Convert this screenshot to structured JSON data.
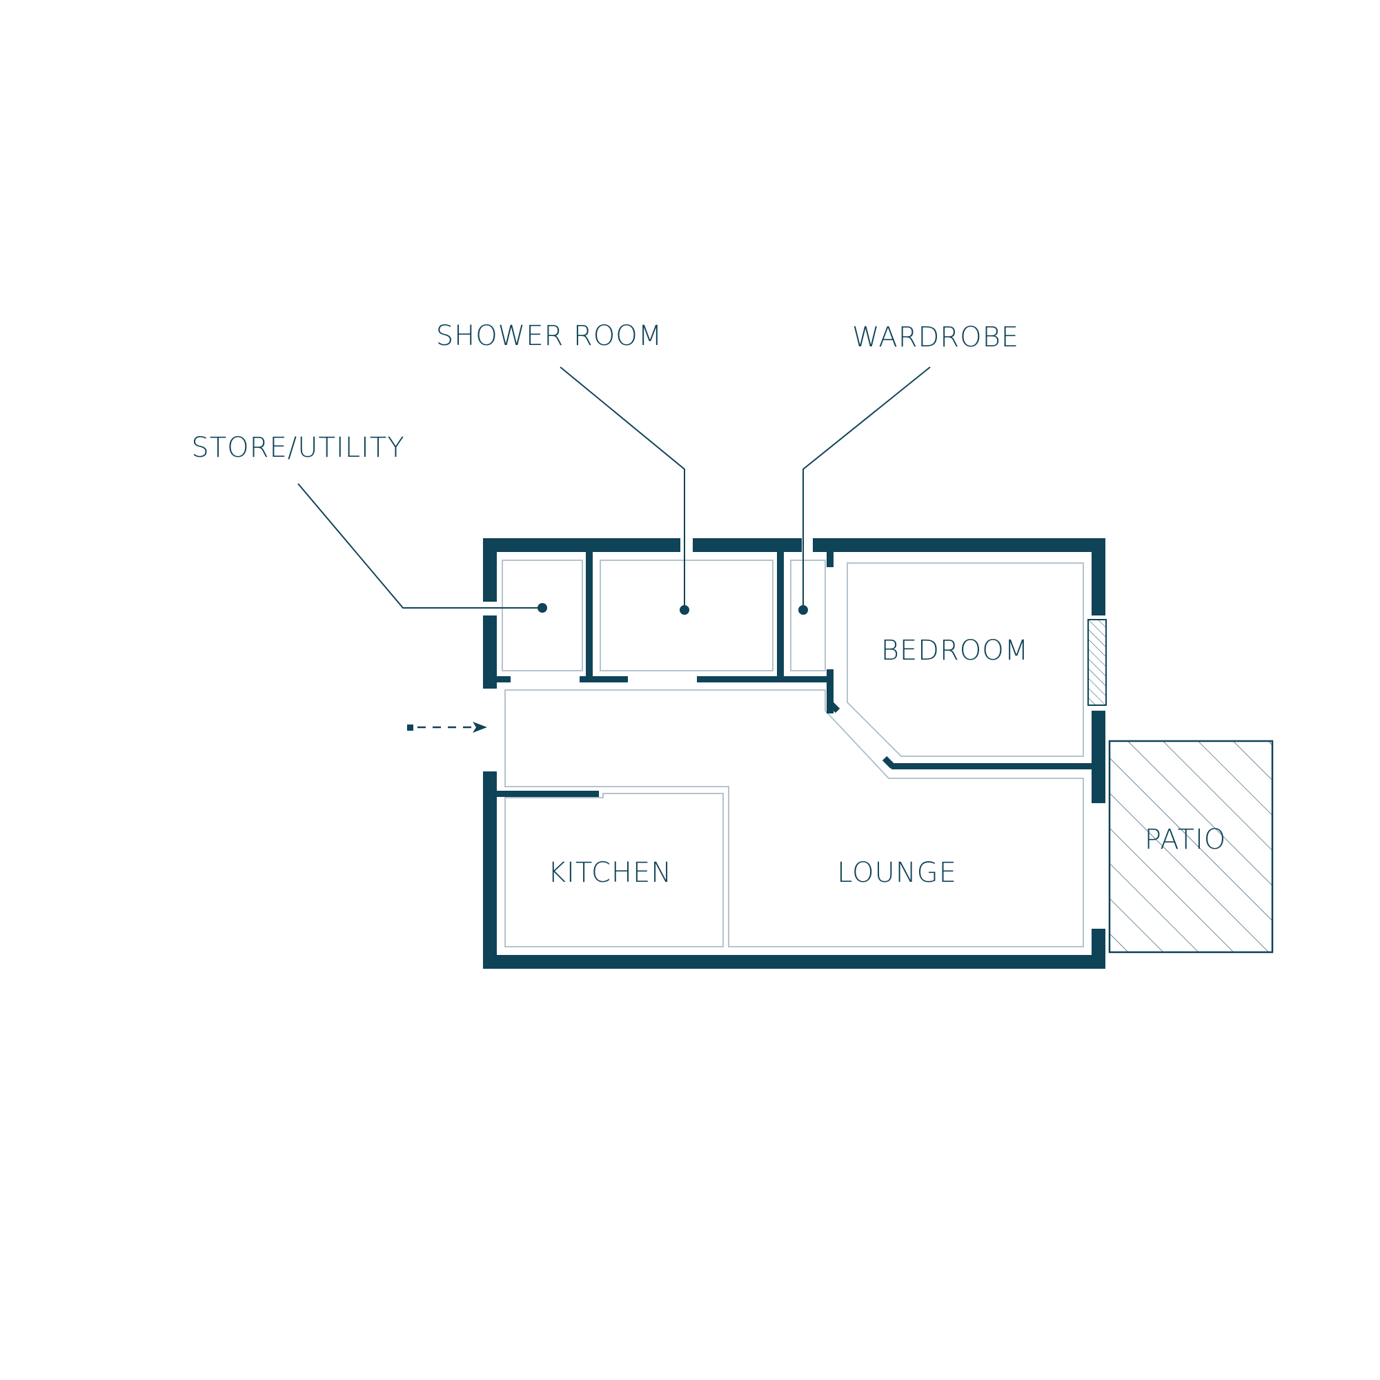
{
  "labels": {
    "shower_room": "SHOWER ROOM",
    "wardrobe": "WARDROBE",
    "store_utility": "STORE/UTILITY",
    "bedroom": "BEDROOM",
    "kitchen": "KITCHEN",
    "lounge": "LOUNGE",
    "patio": "PATIO"
  },
  "colors": {
    "wall": "#0f4358",
    "outline": "#b4c3cc",
    "text": "#0f4358",
    "background": "#ffffff"
  }
}
